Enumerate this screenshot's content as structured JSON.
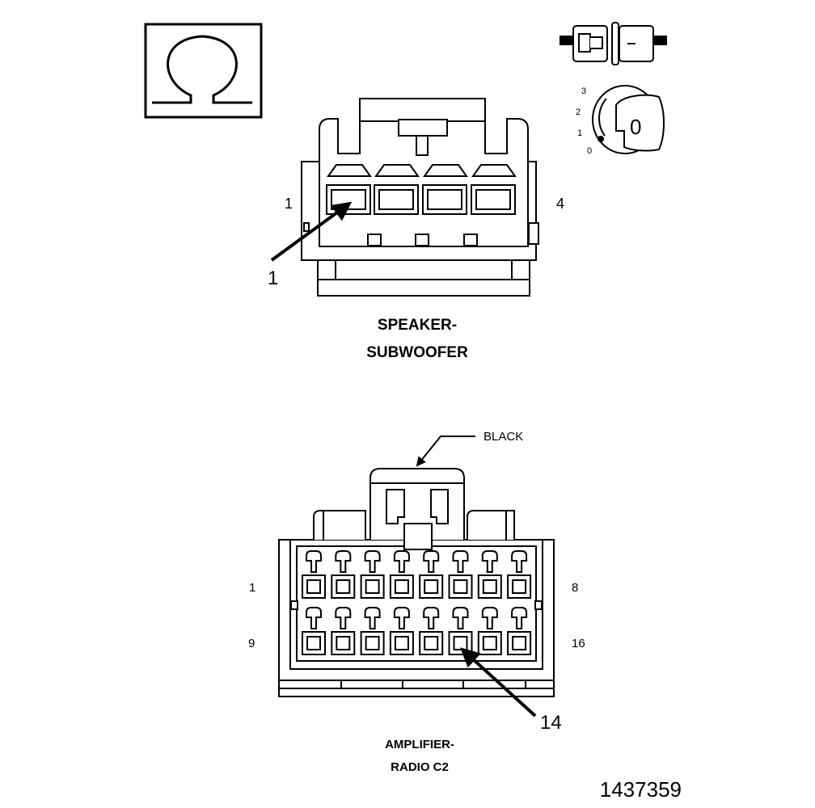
{
  "symbols": {
    "ohm_icon": "ohm-symbol",
    "meter_leads_icon": "test-probe",
    "ignition_icon": "ignition-key",
    "ignition_positions": [
      "3",
      "2",
      "1",
      "0"
    ],
    "ignition_key_value": "0"
  },
  "speaker_connector": {
    "pin_first": "1",
    "pin_last": "4",
    "callout_pin": "1",
    "name_line1": "SPEAKER-",
    "name_line2": "SUBWOOFER"
  },
  "amplifier_connector": {
    "color_callout": "BLACK",
    "row1_first": "1",
    "row1_last": "8",
    "row2_first": "9",
    "row2_last": "16",
    "callout_pin": "14",
    "name_line1": "AMPLIFIER-",
    "name_line2": "RADIO C2"
  },
  "figure_number": "1437359"
}
